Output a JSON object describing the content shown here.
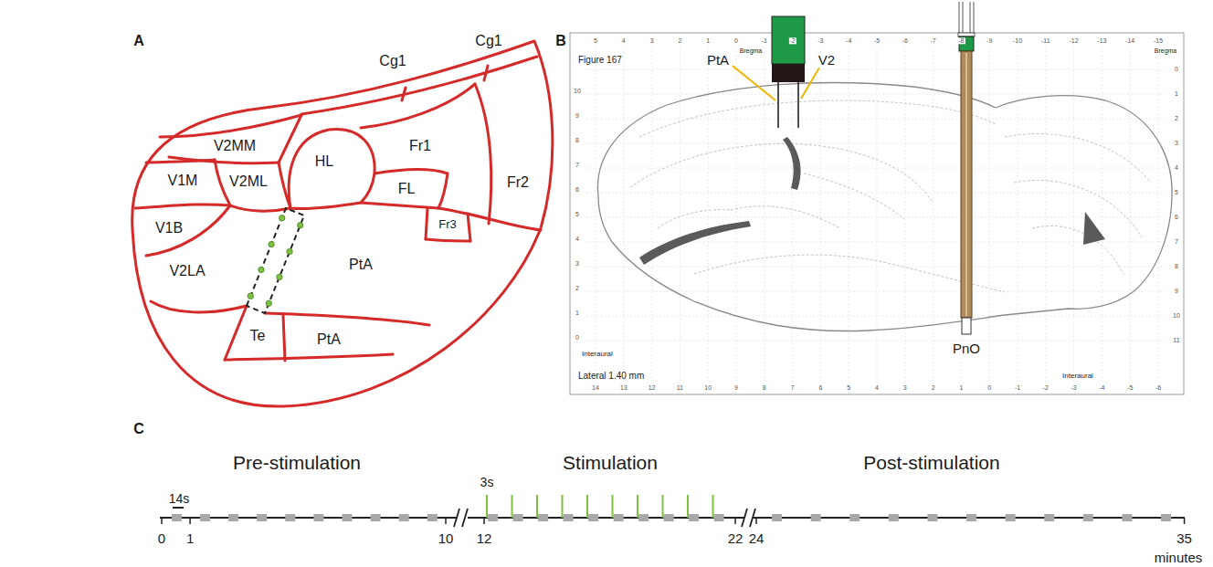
{
  "diagram": {
    "labels": [
      "A",
      "B",
      "C",
      "Cg1",
      "Cg1",
      "V2MM",
      "V1M",
      "V2ML",
      "HL",
      "Fr1",
      "Fr2",
      "FL",
      "V1B",
      "Fr3",
      "PtA",
      "V2LA",
      "Te",
      "PtA",
      "PtA",
      "V2",
      "Figure 167",
      "Bregma",
      "Bregma",
      "PnO",
      "Interaural",
      "Interaural",
      "Lateral 1.40 mm",
      "5",
      "4",
      "3",
      "2",
      "1",
      "0",
      "-1",
      "-2",
      "-3",
      "-4",
      "-5",
      "-6",
      "-7",
      "-8",
      "-9",
      "-10",
      "-11",
      "-12",
      "-13",
      "-14",
      "-15",
      "0",
      "1",
      "2",
      "3",
      "4",
      "5",
      "6",
      "7",
      "8",
      "9",
      "10",
      "11",
      "10",
      "9",
      "8",
      "7",
      "6",
      "5",
      "4",
      "3",
      "2",
      "1",
      "0",
      "14",
      "13",
      "12",
      "11",
      "10",
      "9",
      "8",
      "7",
      "6",
      "5",
      "4",
      "3",
      "2",
      "1",
      "0",
      "-1",
      "-2",
      "-3",
      "-4",
      "-5",
      "-6",
      "Pre-stimulation",
      "Stimulation",
      "Post-stimulation",
      "14s",
      "3s",
      "0",
      "1",
      "10",
      "12",
      "22",
      "24",
      "35",
      "minutes"
    ]
  }
}
